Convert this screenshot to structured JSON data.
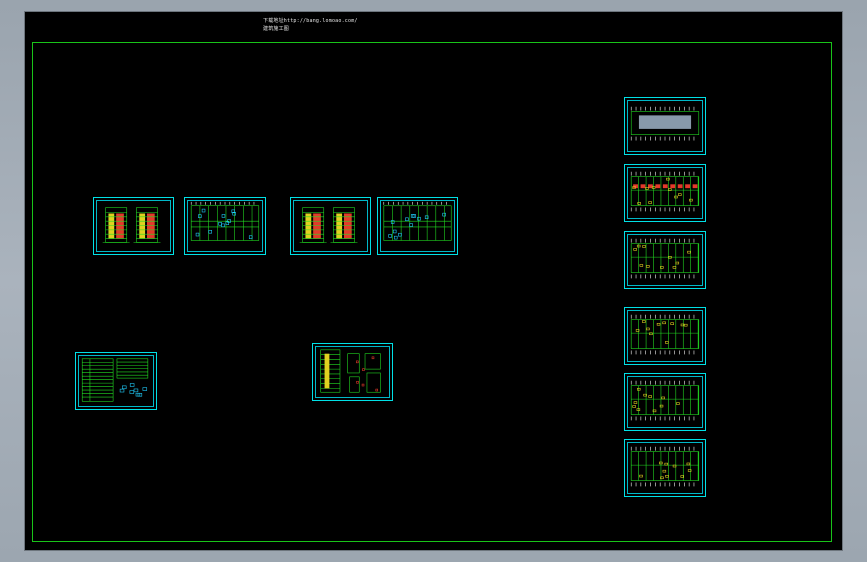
{
  "header": {
    "line1": "下载地址http://bang.lomoao.com/",
    "line2": "建筑施工图"
  },
  "colors": {
    "canvas": "#000000",
    "frame": "#19c419",
    "sheet_border": "#00e0e6",
    "drawing_green": "#22dd22",
    "drawing_red": "#e33a2a",
    "drawing_yellow": "#e0d020",
    "drawing_cyan": "#20d0ff"
  },
  "sheets": [
    {
      "id": "elevation-1",
      "kind": "elevation"
    },
    {
      "id": "plan-1",
      "kind": "plan"
    },
    {
      "id": "elevation-2",
      "kind": "elevation"
    },
    {
      "id": "plan-2",
      "kind": "plan"
    },
    {
      "id": "schedule",
      "kind": "table"
    },
    {
      "id": "section",
      "kind": "section"
    },
    {
      "id": "plan-r1",
      "kind": "roof"
    },
    {
      "id": "plan-r2",
      "kind": "floor-red"
    },
    {
      "id": "plan-r3",
      "kind": "floor"
    },
    {
      "id": "plan-r4",
      "kind": "floor"
    },
    {
      "id": "plan-r5",
      "kind": "floor"
    },
    {
      "id": "plan-r6",
      "kind": "floor"
    }
  ]
}
